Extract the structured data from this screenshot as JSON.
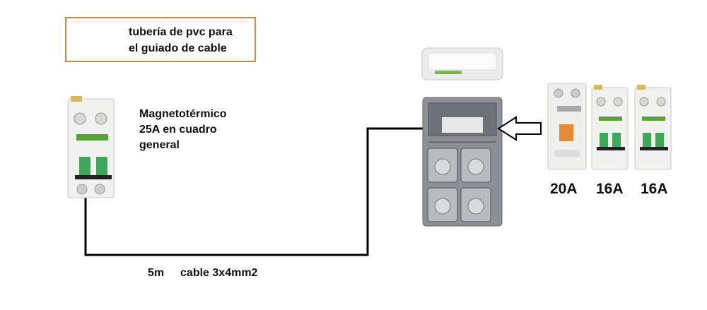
{
  "pvc_label": {
    "line1": "tubería de pvc para",
    "line2": "el guiado de cable"
  },
  "main_breaker_label": {
    "line1": "Magnetotérmico",
    "line2": "25A en cuadro",
    "line3": "general"
  },
  "cable_label": {
    "length": "5m",
    "spec": "cable 3x4mm2"
  },
  "device_ratings": [
    "20A",
    "16A",
    "16A"
  ],
  "colors": {
    "wire": "#000000",
    "border": "#c08a4a",
    "enclosure": "#8c9096"
  }
}
